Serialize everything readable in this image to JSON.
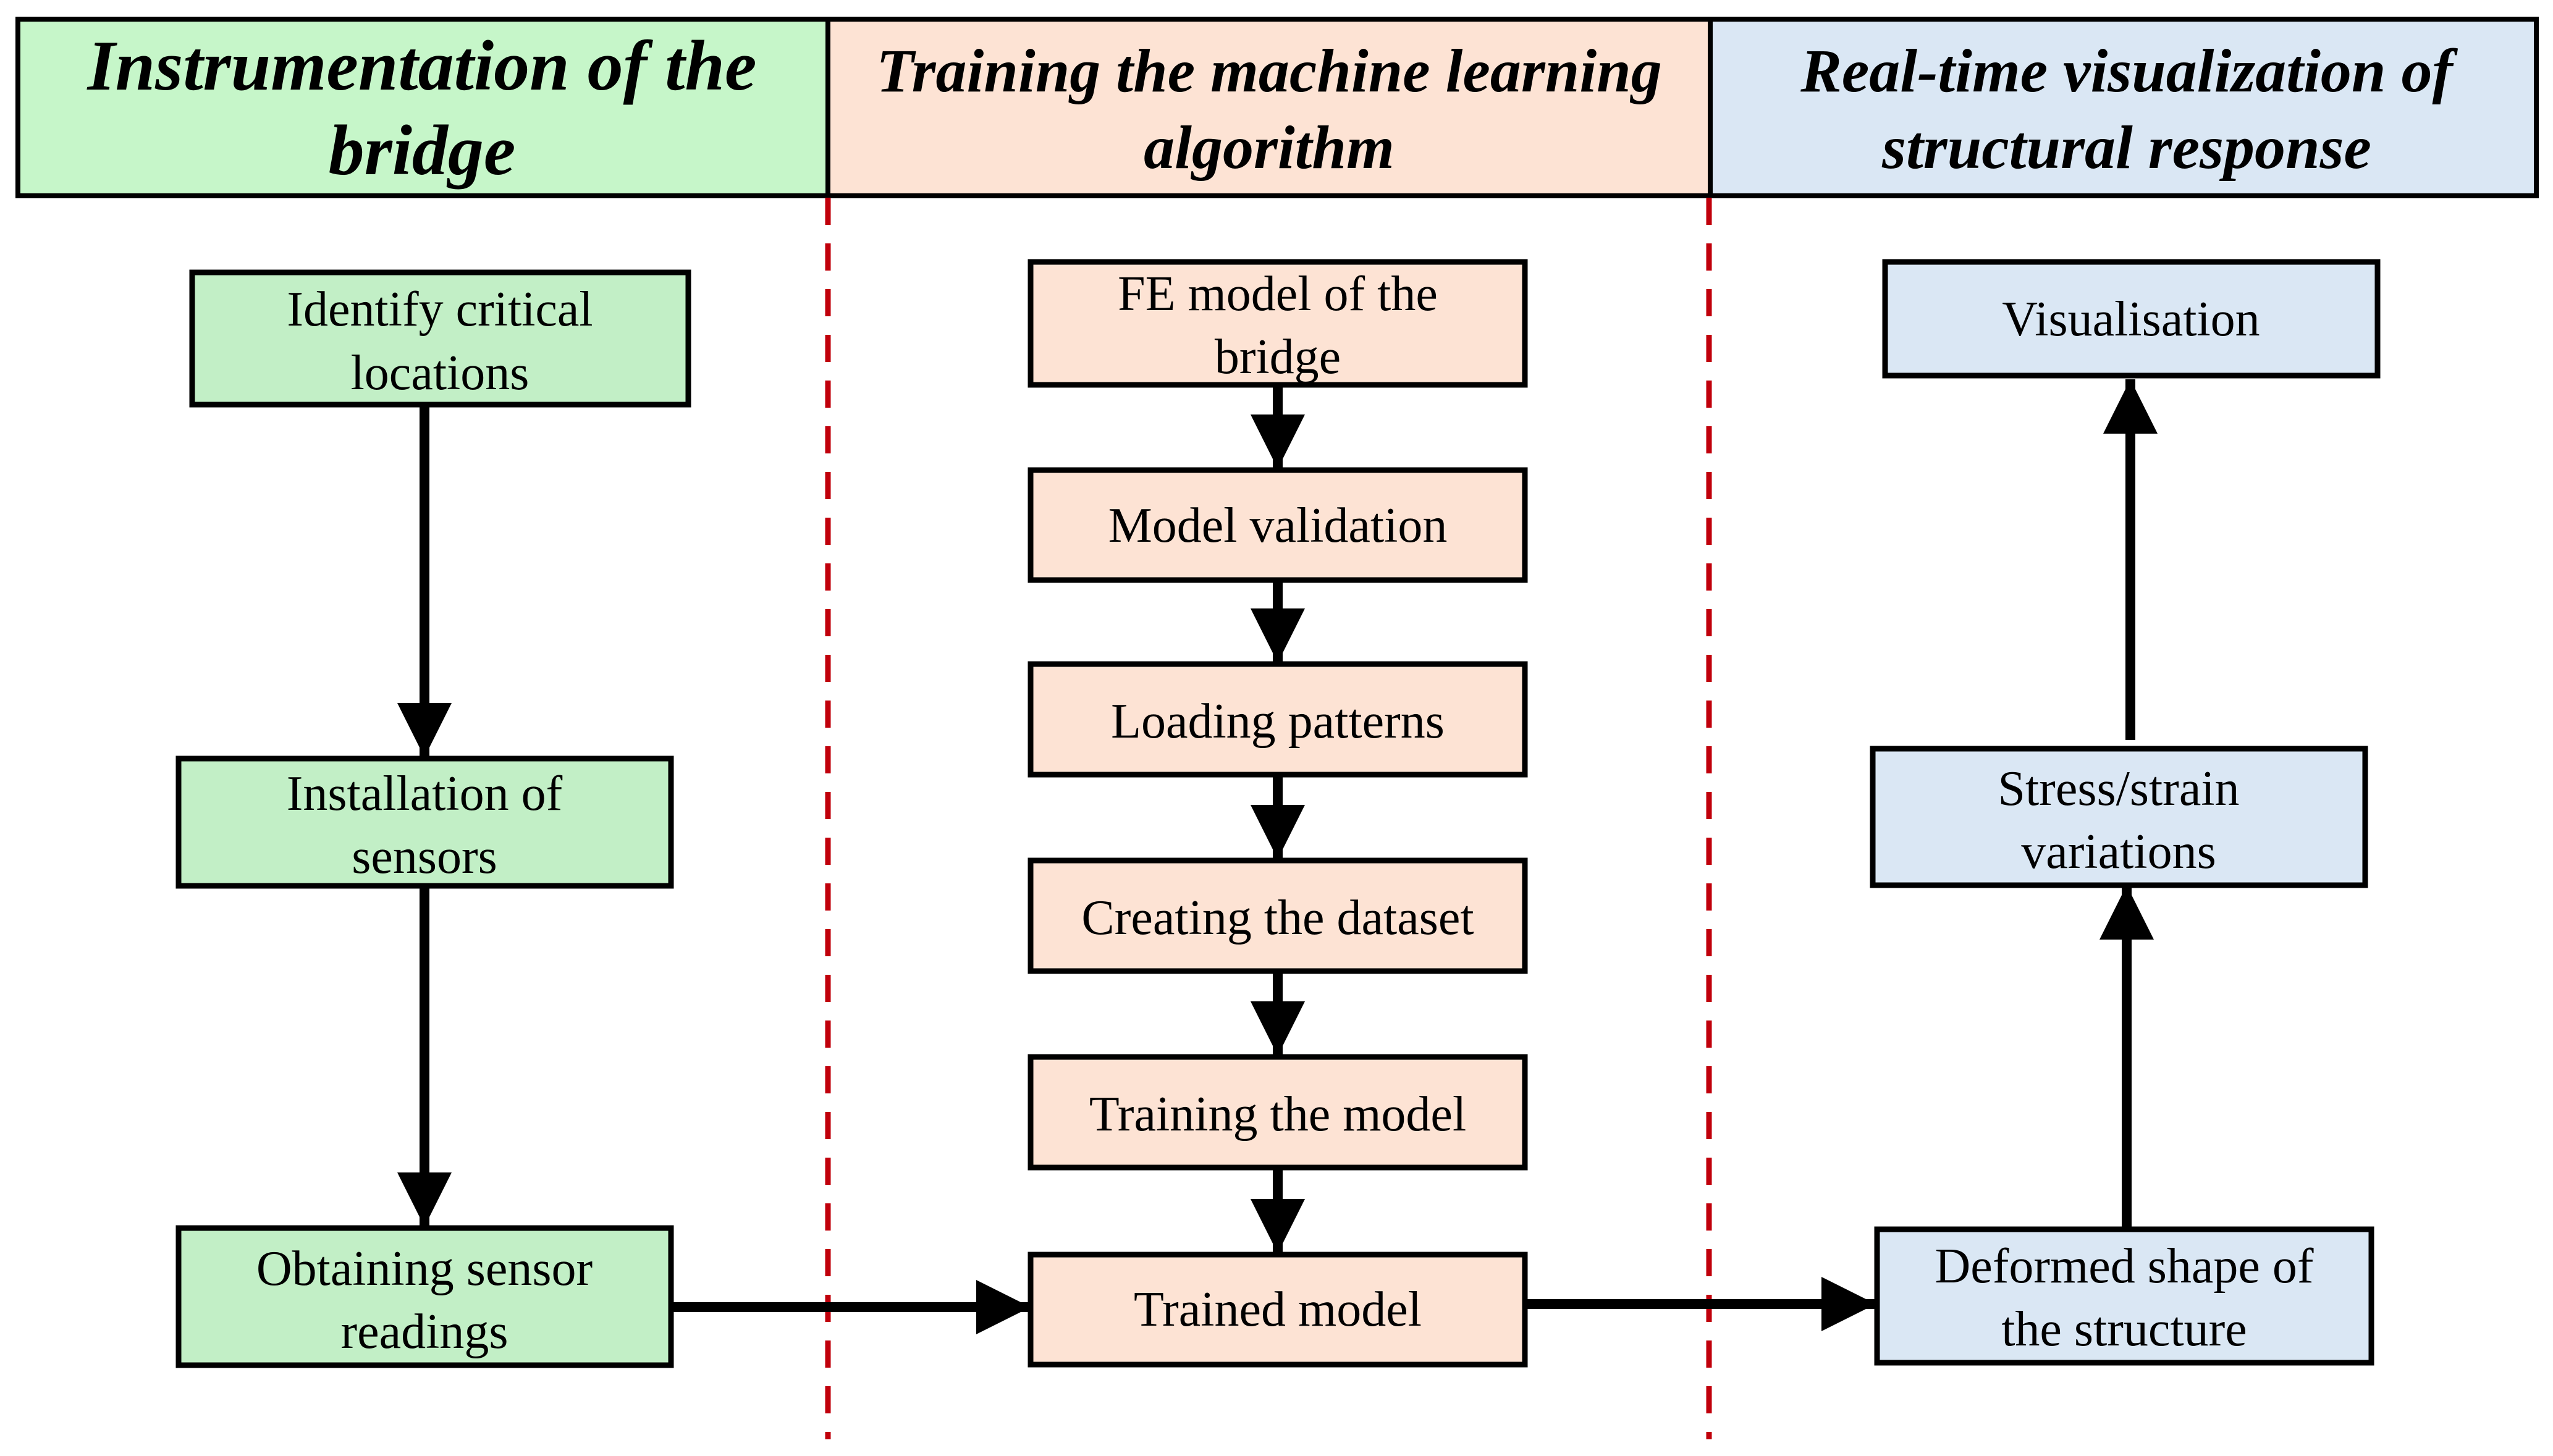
{
  "colors": {
    "green": "#c6f6c9",
    "green_box": "#c2efc6",
    "peach": "#fde3d4",
    "blue": "#dae7f4",
    "divider": "#c0000b",
    "stroke": "#000000"
  },
  "headers": {
    "instrumentation": {
      "line1": "Instrumentation of the",
      "line2": "bridge"
    },
    "training": {
      "line1": "Training the machine learning",
      "line2": "algorithm"
    },
    "visualization": {
      "line1": "Real-time visualization of",
      "line2": "structural response"
    }
  },
  "boxes": {
    "identify": {
      "line1": "Identify critical",
      "line2": "locations"
    },
    "installation": {
      "line1": "Installation of",
      "line2": "sensors"
    },
    "obtaining": {
      "line1": "Obtaining sensor",
      "line2": "readings"
    },
    "fe_model": {
      "line1": "FE model of the",
      "line2": "bridge"
    },
    "validation": {
      "line1": "Model validation"
    },
    "loading": {
      "line1": "Loading patterns"
    },
    "dataset": {
      "line1": "Creating the dataset"
    },
    "training_model": {
      "line1": "Training the model"
    },
    "trained": {
      "line1": "Trained model"
    },
    "visualisation": {
      "line1": "Visualisation"
    },
    "stress": {
      "line1": "Stress/strain",
      "line2": "variations"
    },
    "deformed": {
      "line1": "Deformed shape of",
      "line2": "the structure"
    }
  }
}
